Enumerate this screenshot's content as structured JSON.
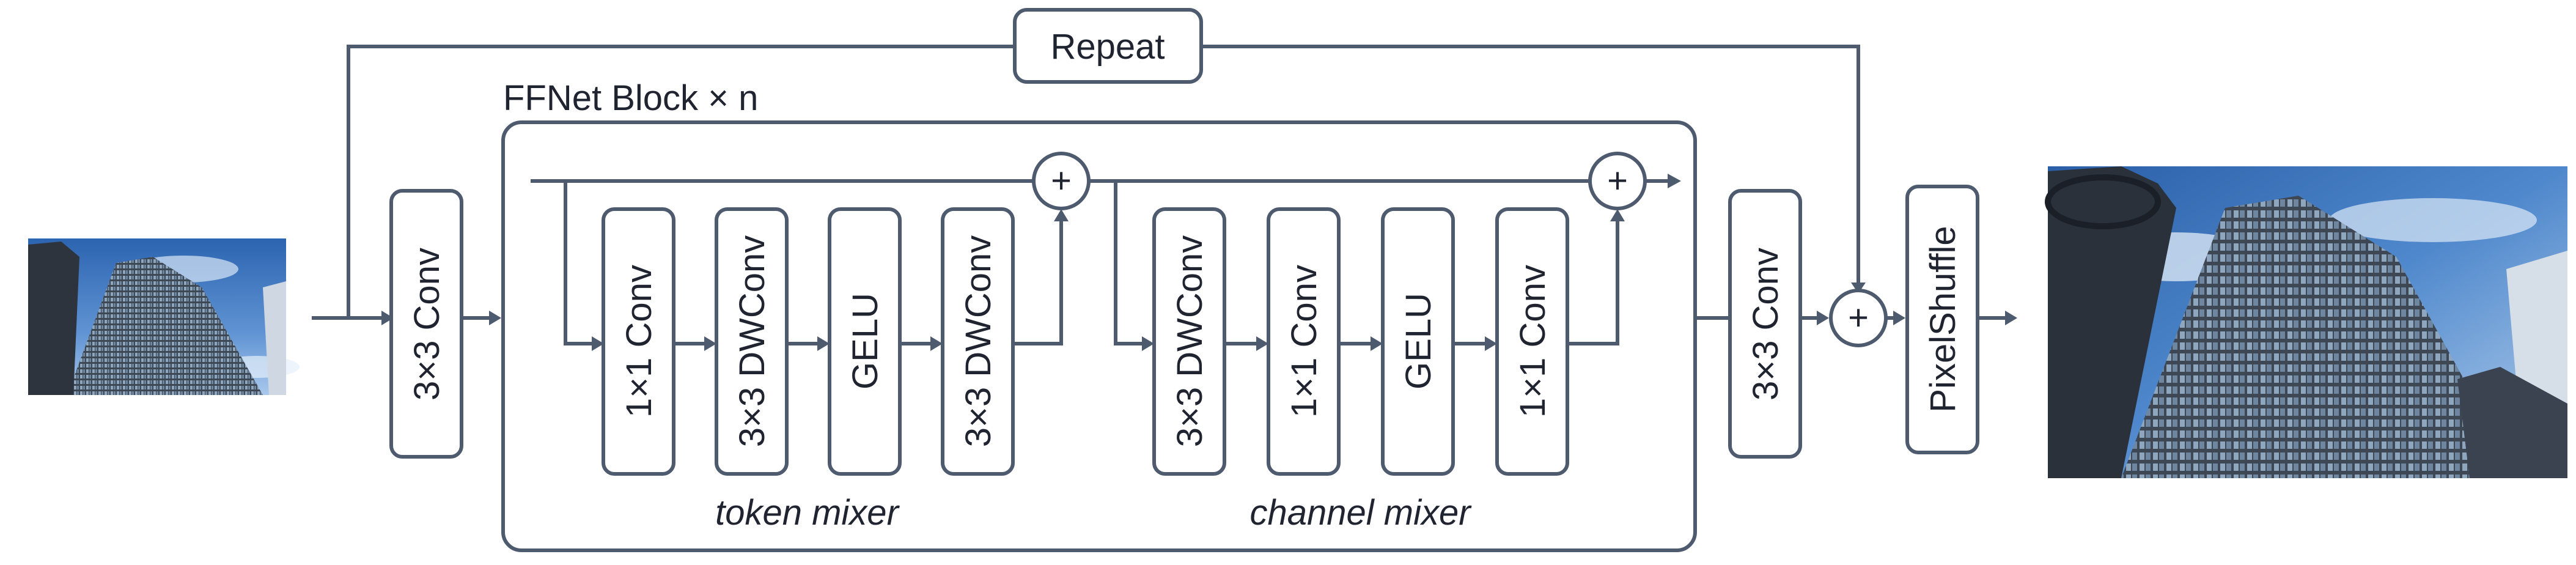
{
  "repeat_label": "Repeat",
  "block_title": "FFNet Block × n",
  "head_conv": "3×3 Conv",
  "tail_conv": "3×3 Conv",
  "upsample": "PixelShuffle",
  "plus_symbol": "+",
  "token_mixer": {
    "caption": "token mixer",
    "ops": [
      "1×1 Conv",
      "3×3 DWConv",
      "GELU",
      "3×3 DWConv"
    ]
  },
  "channel_mixer": {
    "caption": "channel mixer",
    "ops": [
      "3×3 DWConv",
      "1×1 Conv",
      "GELU",
      "1×1 Conv"
    ]
  },
  "colors": {
    "stroke": "#4e5a6e",
    "text": "#1f2430",
    "sky": "#2f6bb3",
    "building": "#5b6572"
  }
}
